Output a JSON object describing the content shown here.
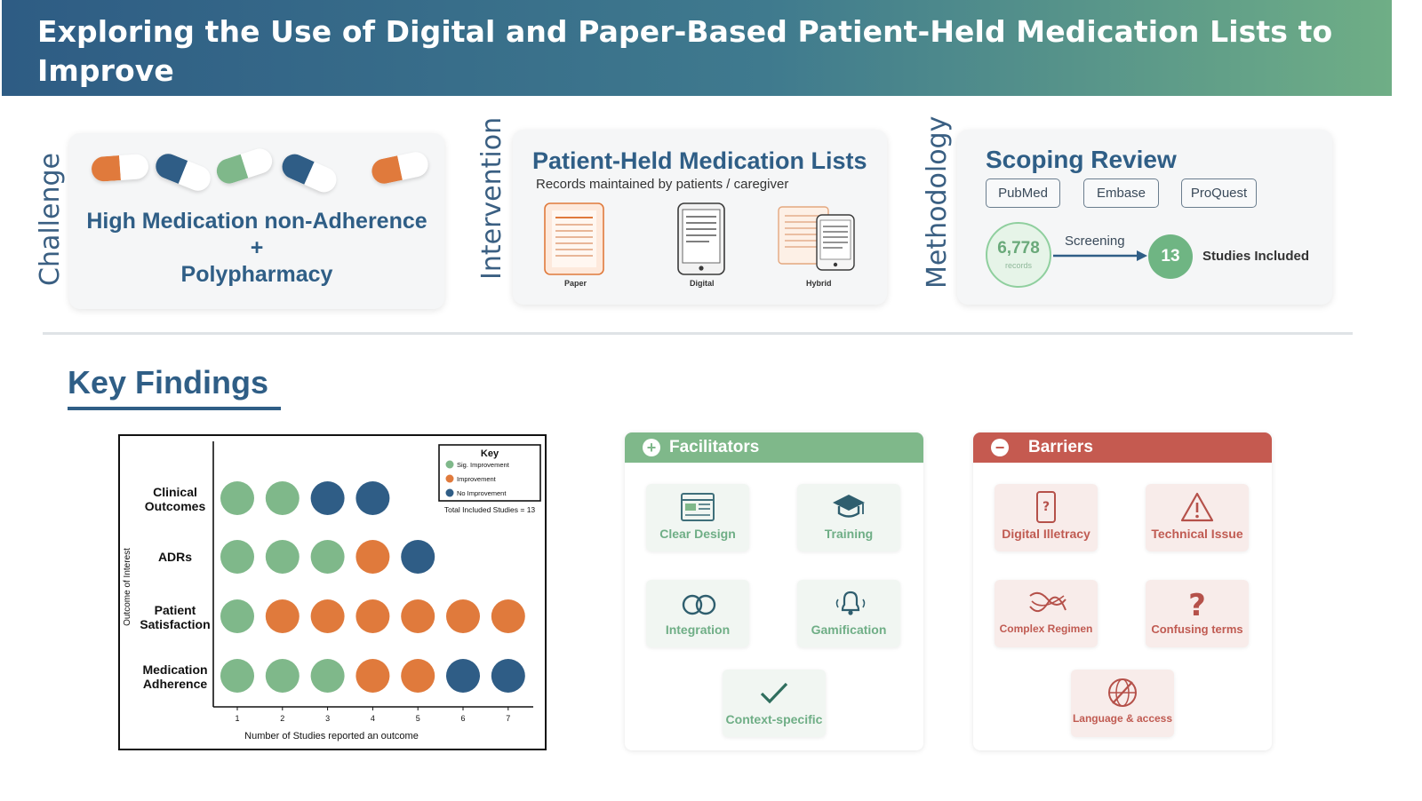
{
  "header": {
    "title_line1": "Exploring the Use of Digital and Paper-Based Patient-Held Medication Lists to Improve",
    "title_line2": "Medication Adherence and Health Outcomes in Polypharmacy: A Scoping Review"
  },
  "challenge": {
    "side_label": "Challenge",
    "line1": "High Medication non-Adherence",
    "plus": "+",
    "line2": "Polypharmacy"
  },
  "intervention": {
    "side_label": "Intervention",
    "title": "Patient-Held Medication Lists",
    "subtitle": "Records maintained by patients / caregiver",
    "types": [
      "Paper",
      "Digital",
      "Hybrid"
    ]
  },
  "methodology": {
    "side_label": "Methodology",
    "title": "Scoping Review",
    "databases": [
      "PubMed",
      "Embase",
      "ProQuest"
    ],
    "records_count": "6,778",
    "records_label": "records",
    "arrow_label": "Screening",
    "included_count": "13",
    "included_label": "Studies Included"
  },
  "key_findings": {
    "title": "Key Findings"
  },
  "colors": {
    "sig_improvement": "#7fb88a",
    "improvement": "#e07a3c",
    "no_improvement": "#2f5d86"
  },
  "chart_data": {
    "type": "scatter",
    "title": "",
    "xlabel": "Number of Studies reported an outcome",
    "ylabel": "Outcome of Interest",
    "x_ticks": [
      "1",
      "2",
      "3",
      "4",
      "5",
      "6",
      "7"
    ],
    "legend": {
      "title": "Key",
      "placement": "top-right",
      "entries": [
        "Sig. Improvement",
        "Improvement",
        "No Improvement"
      ]
    },
    "note": "Total Included Studies = 13",
    "rows": [
      {
        "line1": "Clinical",
        "line2": "Outcomes",
        "points": [
          "Sig. Improvement",
          "Sig. Improvement",
          "No Improvement",
          "No Improvement"
        ]
      },
      {
        "line1": "ADRs",
        "line2": "",
        "points": [
          "Sig. Improvement",
          "Sig. Improvement",
          "Sig. Improvement",
          "Improvement",
          "No Improvement"
        ]
      },
      {
        "line1": "Patient",
        "line2": "Satisfaction",
        "points": [
          "Sig. Improvement",
          "Improvement",
          "Improvement",
          "Improvement",
          "Improvement",
          "Improvement",
          "Improvement"
        ]
      },
      {
        "line1": "Medication",
        "line2": "Adherence",
        "points": [
          "Sig. Improvement",
          "Sig. Improvement",
          "Sig. Improvement",
          "Improvement",
          "Improvement",
          "No Improvement",
          "No Improvement"
        ]
      }
    ]
  },
  "facilitators": {
    "title": "Facilitators",
    "symbol": "+",
    "items": [
      {
        "label": "Clear Design",
        "icon": "layout-icon"
      },
      {
        "label": "Training",
        "icon": "graduation-cap-icon"
      },
      {
        "label": "Integration",
        "icon": "link-rings-icon"
      },
      {
        "label": "Gamification",
        "icon": "bell-icon"
      },
      {
        "label": "Context-specific",
        "icon": "checkmark-icon"
      }
    ]
  },
  "barriers": {
    "title": "Barriers",
    "symbol": "−",
    "items": [
      {
        "label": "Digital Illetracy",
        "icon": "phone-question-icon"
      },
      {
        "label": "Technical Issue",
        "icon": "warning-icon"
      },
      {
        "label": "Complex Regimen",
        "icon": "tangle-icon"
      },
      {
        "label": "Confusing terms",
        "icon": "question-mark-icon"
      },
      {
        "label": "Language & access",
        "icon": "globe-blocked-icon"
      }
    ]
  }
}
